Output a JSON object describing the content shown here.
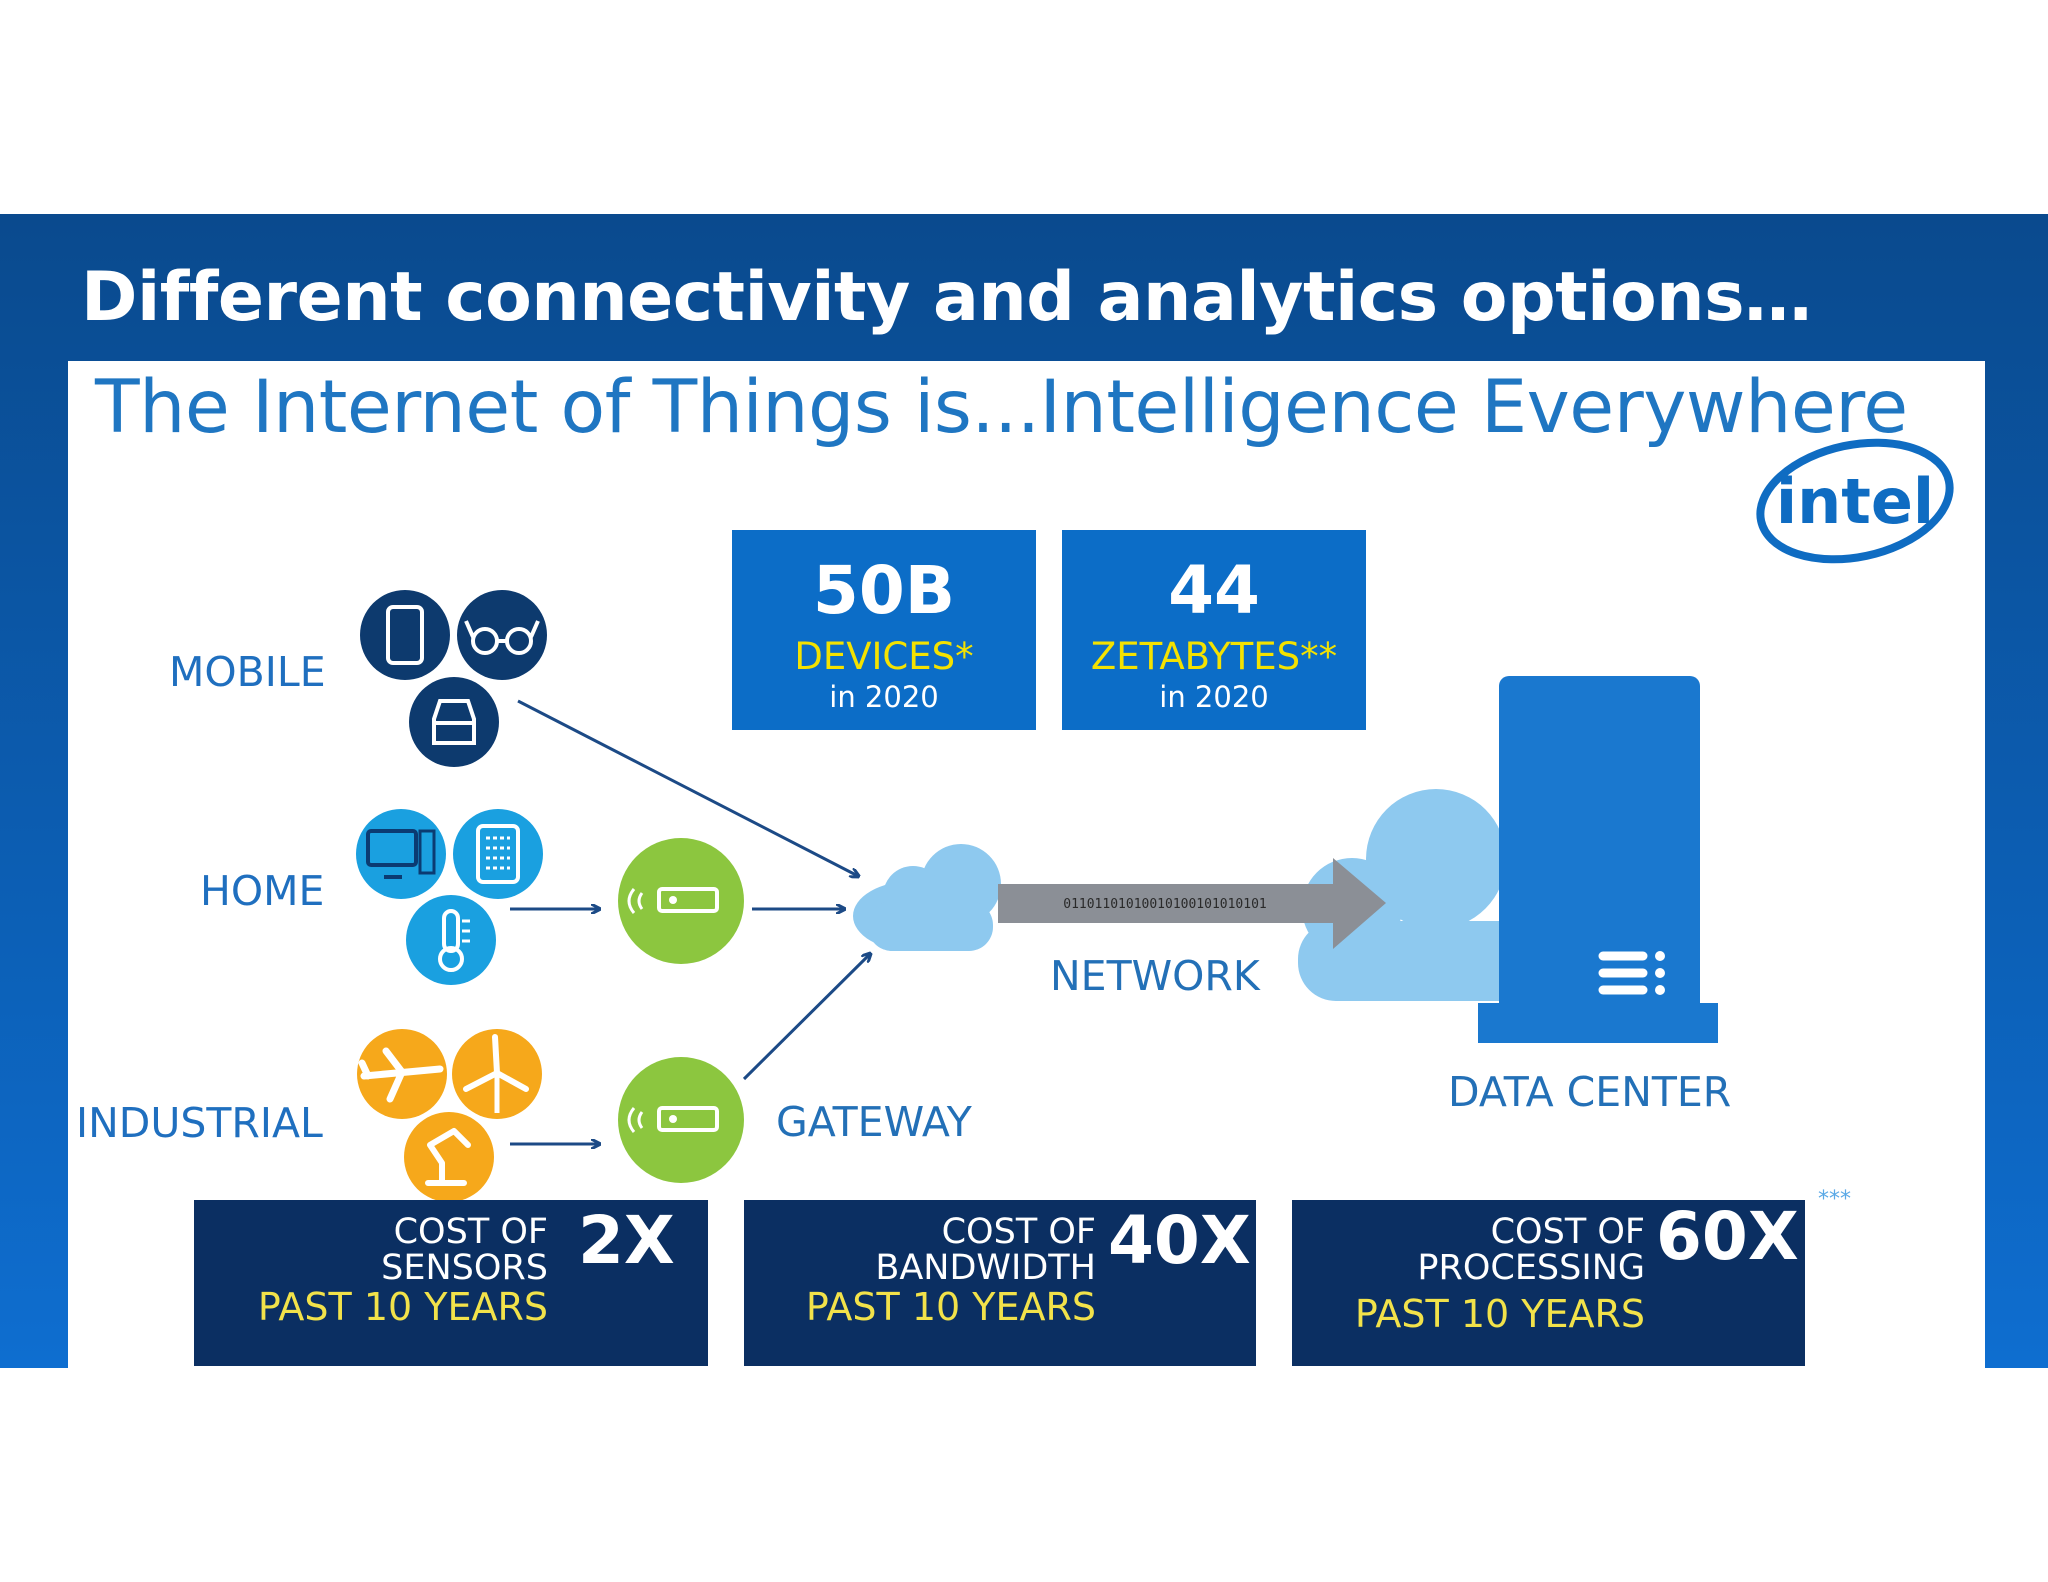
{
  "slide": {
    "headline": "Different connectivity and analytics options…",
    "subtitle": "The Internet of Things is...Intelligence Everywhere",
    "logo_text": "intel",
    "stats": [
      {
        "number": "50B",
        "unit": "DEVICES*",
        "year": "in 2020"
      },
      {
        "number": "44",
        "unit": "ZETABYTES**",
        "year": "in 2020"
      }
    ],
    "rows": {
      "mobile": "MOBILE",
      "home": "HOME",
      "industrial": "INDUSTRIAL"
    },
    "labels": {
      "network": "NETWORK",
      "gateway": "GATEWAY",
      "data_center": "DATA CENTER",
      "binary": "01101101010010100101010101"
    },
    "costs": [
      {
        "line1": "COST OF",
        "line2": "SENSORS",
        "line3": "PAST 10 YEARS",
        "multiplier": "2X"
      },
      {
        "line1": "COST OF",
        "line2": "BANDWIDTH",
        "line3": "PAST 10 YEARS",
        "multiplier": "40X"
      },
      {
        "line1": "COST OF",
        "line2": "PROCESSING",
        "line3": "PAST 10 YEARS",
        "multiplier": "60X"
      }
    ],
    "footnote_mark": "***"
  },
  "colors": {
    "band": "#0a4a8e",
    "stat_box": "#0c6dc7",
    "cost_box": "#0b2f62",
    "yellow": "#f2e24a",
    "mobile_circle": "#0d3a6e",
    "home_circle": "#1aa0e0",
    "industrial_circle": "#f6a81b",
    "gateway_circle": "#8cc63f",
    "cloud": "#8ec9ef",
    "server": "#1a78cf"
  },
  "icons": [
    "phone-icon",
    "glasses-icon",
    "car-icon",
    "computer-icon",
    "tablet-icon",
    "thermometer-icon",
    "airplane-icon",
    "wind-turbine-icon",
    "robot-arm-icon",
    "gateway-device-icon",
    "server-icon"
  ]
}
